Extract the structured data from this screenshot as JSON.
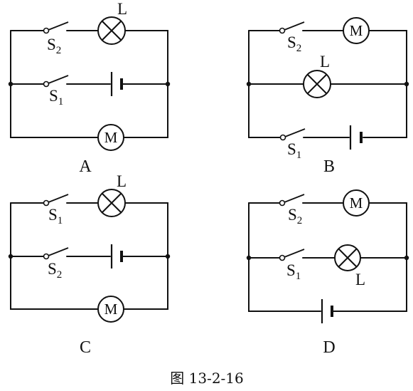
{
  "figure_caption": "图 13-2-16",
  "labels": {
    "switch_letter": "S",
    "lamp": "L",
    "motor": "M"
  },
  "circuits": [
    {
      "id": "A",
      "caption": "A",
      "switch_top": "2",
      "switch_mid": "1"
    },
    {
      "id": "B",
      "caption": "B",
      "switch_top": "2",
      "switch_bottom": "1"
    },
    {
      "id": "C",
      "caption": "C",
      "switch_top": "1",
      "switch_mid": "2"
    },
    {
      "id": "D",
      "caption": "D",
      "switch_top": "2",
      "switch_mid": "1"
    }
  ]
}
